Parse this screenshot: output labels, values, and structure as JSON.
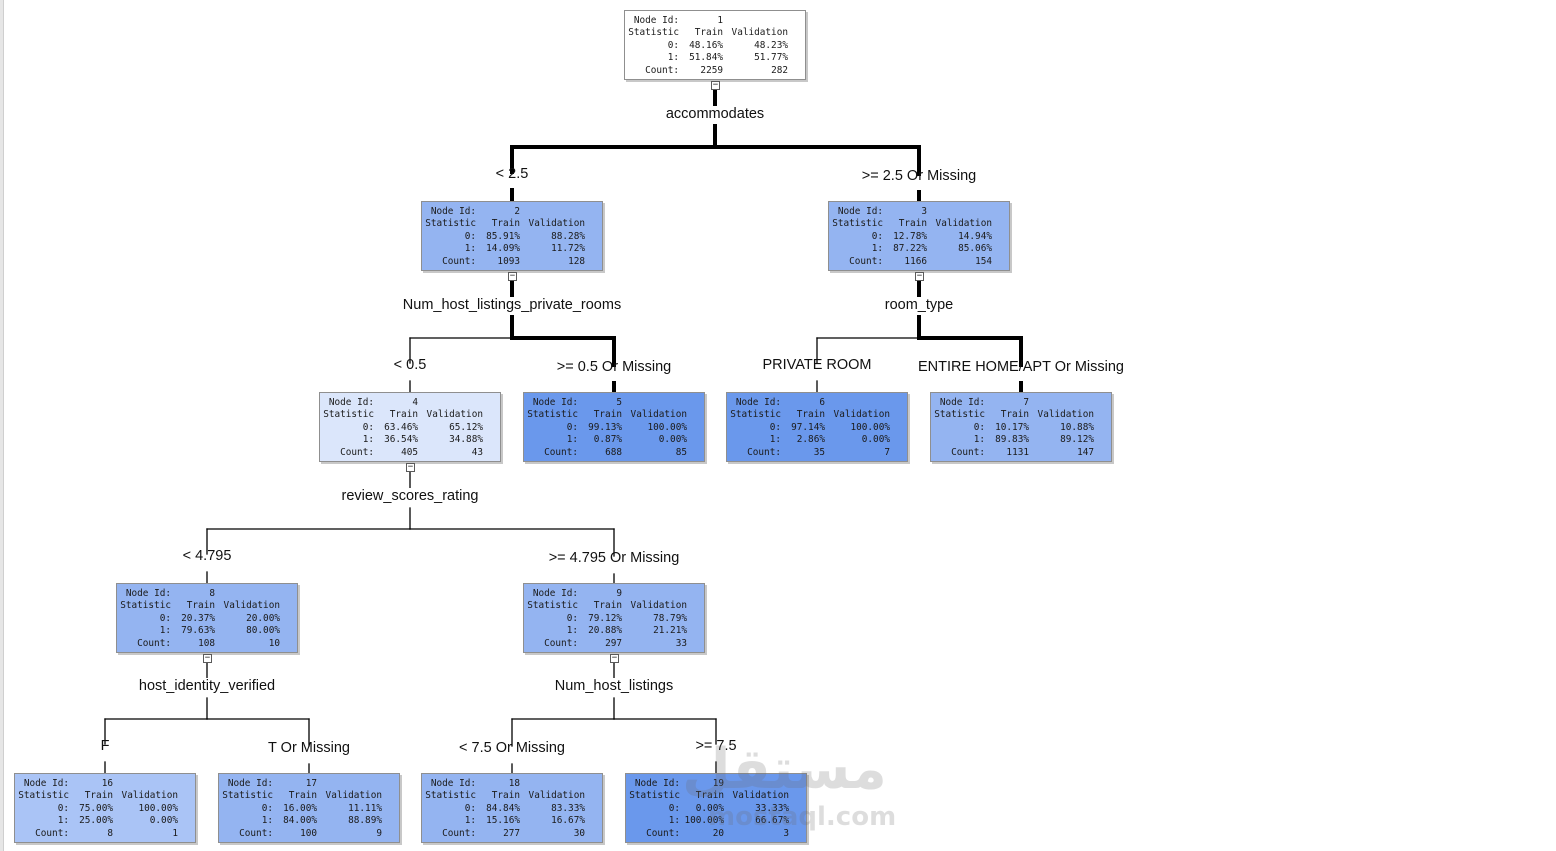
{
  "labels": {
    "node_id": "Node Id:",
    "statistic": "Statistic",
    "train": "Train",
    "validation": "Validation",
    "count": "Count:",
    "class0": "0:",
    "class1": "1:"
  },
  "colors": {
    "white": "#ffffff",
    "pale": "#dbe6fb",
    "light": "#aac4f6",
    "mid": "#94b4f1",
    "strong": "#6a98ec",
    "edge": "#000000"
  },
  "nodes": [
    {
      "id": "1",
      "train0": "48.16%",
      "val0": "48.23%",
      "train1": "51.84%",
      "val1": "51.77%",
      "train_count": "2259",
      "val_count": "282",
      "fill": "white"
    },
    {
      "id": "2",
      "train0": "85.91%",
      "val0": "88.28%",
      "train1": "14.09%",
      "val1": "11.72%",
      "train_count": "1093",
      "val_count": "128",
      "fill": "mid"
    },
    {
      "id": "3",
      "train0": "12.78%",
      "val0": "14.94%",
      "train1": "87.22%",
      "val1": "85.06%",
      "train_count": "1166",
      "val_count": "154",
      "fill": "mid"
    },
    {
      "id": "4",
      "train0": "63.46%",
      "val0": "65.12%",
      "train1": "36.54%",
      "val1": "34.88%",
      "train_count": "405",
      "val_count": "43",
      "fill": "pale"
    },
    {
      "id": "5",
      "train0": "99.13%",
      "val0": "100.00%",
      "train1": "0.87%",
      "val1": "0.00%",
      "train_count": "688",
      "val_count": "85",
      "fill": "strong"
    },
    {
      "id": "6",
      "train0": "97.14%",
      "val0": "100.00%",
      "train1": "2.86%",
      "val1": "0.00%",
      "train_count": "35",
      "val_count": "7",
      "fill": "strong"
    },
    {
      "id": "7",
      "train0": "10.17%",
      "val0": "10.88%",
      "train1": "89.83%",
      "val1": "89.12%",
      "train_count": "1131",
      "val_count": "147",
      "fill": "mid"
    },
    {
      "id": "8",
      "train0": "20.37%",
      "val0": "20.00%",
      "train1": "79.63%",
      "val1": "80.00%",
      "train_count": "108",
      "val_count": "10",
      "fill": "mid"
    },
    {
      "id": "9",
      "train0": "79.12%",
      "val0": "78.79%",
      "train1": "20.88%",
      "val1": "21.21%",
      "train_count": "297",
      "val_count": "33",
      "fill": "mid"
    },
    {
      "id": "16",
      "train0": "75.00%",
      "val0": "100.00%",
      "train1": "25.00%",
      "val1": "0.00%",
      "train_count": "8",
      "val_count": "1",
      "fill": "light"
    },
    {
      "id": "17",
      "train0": "16.00%",
      "val0": "11.11%",
      "train1": "84.00%",
      "val1": "88.89%",
      "train_count": "100",
      "val_count": "9",
      "fill": "mid"
    },
    {
      "id": "18",
      "train0": "84.84%",
      "val0": "83.33%",
      "train1": "15.16%",
      "val1": "16.67%",
      "train_count": "277",
      "val_count": "30",
      "fill": "mid"
    },
    {
      "id": "19",
      "train0": "0.00%",
      "val0": "33.33%",
      "train1": "100.00%",
      "val1": "66.67%",
      "train_count": "20",
      "val_count": "3",
      "fill": "strong"
    }
  ],
  "splits": [
    {
      "node": "1",
      "variable": "accommodates"
    },
    {
      "node": "2",
      "variable": "Num_host_listings_private_rooms"
    },
    {
      "node": "3",
      "variable": "room_type"
    },
    {
      "node": "4",
      "variable": "review_scores_rating"
    },
    {
      "node": "8",
      "variable": "host_identity_verified"
    },
    {
      "node": "9",
      "variable": "Num_host_listings"
    }
  ],
  "branches": [
    {
      "to": "2",
      "label": "< 2.5"
    },
    {
      "to": "3",
      "label": ">= 2.5 Or Missing"
    },
    {
      "to": "4",
      "label": "< 0.5"
    },
    {
      "to": "5",
      "label": ">= 0.5 Or Missing"
    },
    {
      "to": "6",
      "label": "PRIVATE ROOM"
    },
    {
      "to": "7",
      "label": "ENTIRE HOME/APT Or Missing"
    },
    {
      "to": "8",
      "label": "< 4.795"
    },
    {
      "to": "9",
      "label": ">= 4.795 Or Missing"
    },
    {
      "to": "16",
      "label": "F"
    },
    {
      "to": "17",
      "label": "T Or Missing"
    },
    {
      "to": "18",
      "label": "< 7.5 Or Missing"
    },
    {
      "to": "19",
      "label": ">= 7.5"
    }
  ],
  "collapse_symbol": "−",
  "watermark": {
    "arabic": "مستقل",
    "latin": "mostaql.com"
  }
}
